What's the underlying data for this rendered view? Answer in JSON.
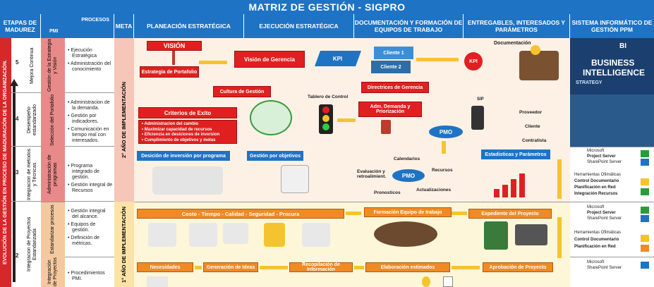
{
  "title": "MATRIZ DE GESTIÓN - SIGPRO",
  "headers": {
    "etapas": "ETAPAS DE MADUREZ",
    "procesos": "PROCESOS",
    "pmi": "PMI",
    "meta": "META",
    "planeacion": "PLANEACIÓN ESTRATÉGICA",
    "ejecucion": "EJECUCIÓN ESTRATÉGICA",
    "documentacion": "DOCUMENTACIÓN Y FORMACIÓN DE EQUIPOS DE TRABAJO",
    "entregables": "ENTREGABLES, INTERESADOS Y PARÁMETROS",
    "sistema": "SISTEMA INFORMÁTICO DE GESTIÓN PPM"
  },
  "side_label": "EVOLUCIÓN DE LA GESTIÓN EN PROCESO DE MADURACIÓN DE LA ORGANIZACIÓN.",
  "rows": [
    {
      "num": "5",
      "etapa": "Mejora Continua",
      "proceso": "Gestión de la Estrategia y Visión",
      "bullets": [
        "• Ejecución Estratégica",
        "• Administración del conocimiento"
      ]
    },
    {
      "num": "4",
      "etapa": "Desempeño estandarizado",
      "proceso": "Selección del Portafolio",
      "bullets": [
        "• Administracion de la demanda.",
        "• Gestión por indicadores.",
        "• Comunicación en tiempo real con interesados."
      ]
    },
    {
      "num": "3",
      "etapa": "Integración de metodos y Técnicas",
      "proceso": "Administración de programas",
      "bullets": [
        "• Programa integrado de gestión.",
        "• Gestión integral de Recursos"
      ]
    },
    {
      "num": "2",
      "etapa": "Integración de Proyectos Estandarizada",
      "proceso": "Estandarizar procesos",
      "bullets": [
        "• Gestión integral del alcance.",
        "• Equipos de gestión.",
        "• Definición de métricas."
      ]
    },
    {
      "num": "",
      "etapa": "",
      "proceso": "Integración de Proyectos",
      "bullets": [
        "• Procedimientos PMI."
      ]
    }
  ],
  "meta": {
    "upper": "2° AÑO DE IMPLEMENTACIÓN",
    "lower": "1° AÑO DE IMPLEMENTACIÓN"
  },
  "diagram": {
    "vision": "VISIÓN",
    "estrategia_portafolio": "Estrategia de Portafolio",
    "vision_gerencia": "Visión de Gerencia",
    "kpi1": "KPI",
    "cliente1": "Cliente 1",
    "cliente2": "Cliente 2",
    "kpi2": "KPI",
    "documentacion": "Documentación",
    "cultura_gestion": "Cultura de Gestión",
    "directrices": "Directrices de Gerencia",
    "tablero": "Tablero de Control",
    "criterios": "Criterios de Exito",
    "criterios_items": [
      "• Administracion del cambio",
      "• Maximizar capacidad de recursos",
      "• Eficiencia en desiciones de inversion",
      "• Cumplimiento de objetivos y metas"
    ],
    "adm_demanda": "Adm. Demanda y Priorización",
    "pmo1": "PMO",
    "sip": "SIP",
    "proveedor": "Proveedor",
    "cliente": "Cliente",
    "contratista": "Contratista",
    "decision_inversion": "Desición de inversión por programa",
    "gestion_objetivos": "Gestión por objetivos",
    "estadisticas": "Estadisticas y Parámetros",
    "calendarios": "Calendarios",
    "evaluacion": "Evaluación y retroalimient.",
    "pmo2": "PMO",
    "recursos": "Recursos",
    "pronosticos": "Pronosticos",
    "actualizaciones": "Actualizaciones",
    "costo_bar": "Costo  -  Tiempo  -  Calidad  -  Seguridad  -  Procura",
    "formacion_equipo": "Formación Equipo de trabajo",
    "expediente": "Expediente del Proyecto",
    "necesidades": "Necesidades",
    "generacion_ideas": "Generación de Ideas",
    "recopilacion": "Recopilación de Información",
    "elaboracion": "Elaboración estimados",
    "aprobacion": "Aprobación de Proyecto"
  },
  "sistema": {
    "bi1": "BI",
    "bi2": "BUSINESS",
    "bi3": "INTELLIGENCE",
    "bi4": "STRATEGY",
    "r3_ms": "Microsoft",
    "r3_ps": "Project Server",
    "r3_sp": "SharePoint Server",
    "r3_tools": [
      "Herramientas Ofimáticas",
      "Control Documentario",
      "Planificación en Red",
      "Integración Recursos"
    ],
    "r2_ms": "Microsoft",
    "r2_ps": "Project Server",
    "r2_sp": "SharePoint Server",
    "r2_tools": [
      "Herramientas Ofimáticas",
      "Control Documentario",
      "Planificación en Red"
    ],
    "r1_ms": "Microsoft",
    "r1_sp": "SharePoint Server"
  },
  "colors": {
    "blue": "#1f73c4",
    "red": "#e02020",
    "orange": "#f08a24",
    "yellow": "#f4c430"
  }
}
